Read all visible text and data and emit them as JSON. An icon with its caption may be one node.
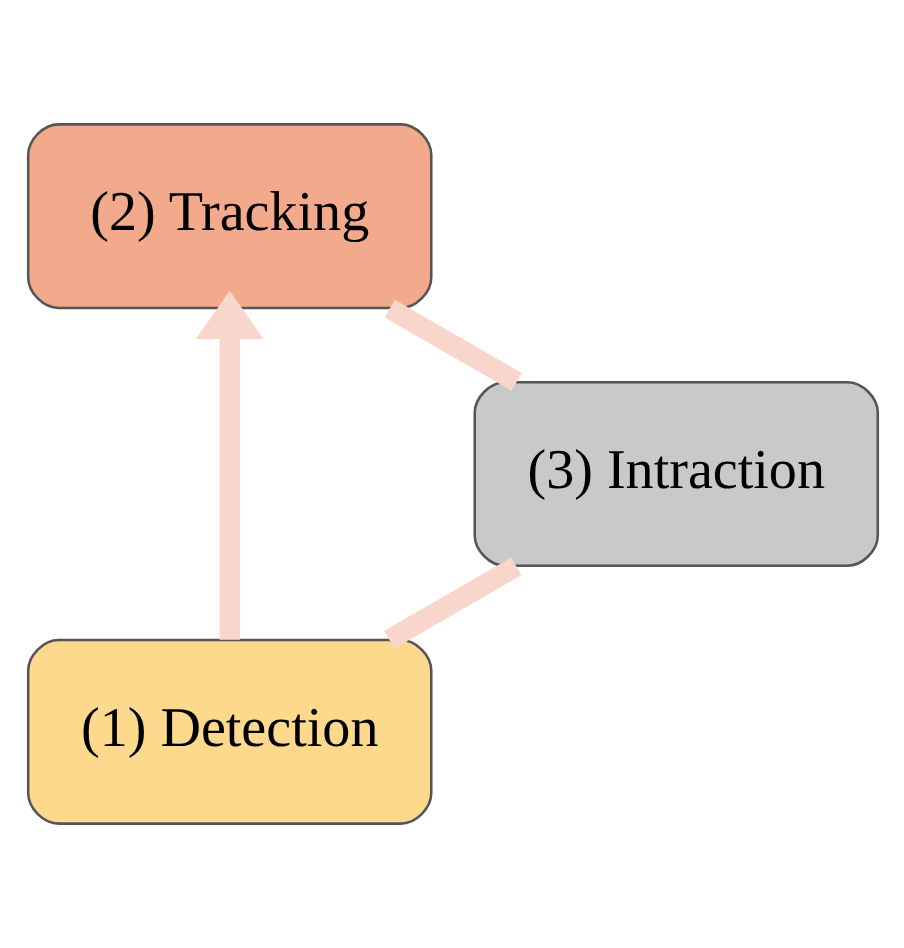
{
  "diagram": {
    "nodes": [
      {
        "text": [
          "(1) Detection"
        ]
      },
      {
        "text": [
          "(2) Tracking"
        ]
      },
      {
        "text": [
          "(3) Intraction"
        ]
      }
    ],
    "edges": [
      {
        "from": 0,
        "to": 1,
        "arrow": "to"
      },
      {
        "from": 1,
        "to": 2,
        "arrow": "none"
      },
      {
        "from": 2,
        "to": 0,
        "arrow": "none"
      }
    ]
  }
}
